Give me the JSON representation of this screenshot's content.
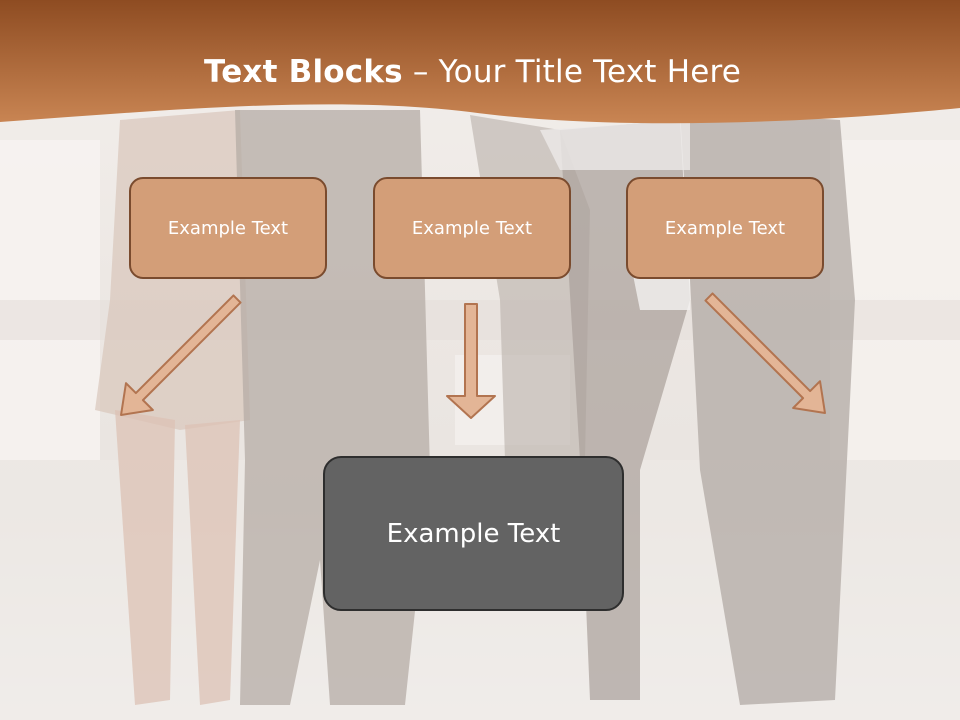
{
  "title": {
    "bold": "Text Blocks",
    "rest": " – Your Title Text Here"
  },
  "boxes": [
    {
      "label": "Example Text"
    },
    {
      "label": "Example Text"
    },
    {
      "label": "Example Text"
    }
  ],
  "target": {
    "label": "Example Text"
  },
  "colors": {
    "header": "#b86f3c",
    "box_fill": "#d39e78",
    "box_border": "#7a4b2e",
    "arrow_fill": "#e3b596",
    "arrow_stroke": "#b27450",
    "target_fill": "#636363",
    "target_border": "#2e2e2e"
  }
}
